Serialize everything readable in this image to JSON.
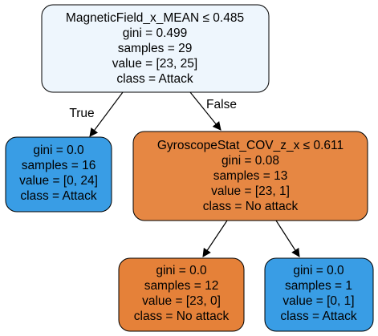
{
  "colors": {
    "attack_light": "#eef6fd",
    "attack": "#399de5",
    "no_attack": "#e58139",
    "no_attack_light": "#e78945",
    "stroke": "#000000"
  },
  "tree": {
    "root": {
      "condition": "MagneticField_x_MEAN ≤ 0.485",
      "gini": "gini = 0.499",
      "samples": "samples = 29",
      "value": "value = [23, 25]",
      "class": "class = Attack"
    },
    "edges": {
      "true_label": "True",
      "false_label": "False"
    },
    "left_leaf": {
      "gini": "gini = 0.0",
      "samples": "samples = 16",
      "value": "value = [0, 24]",
      "class": "class = Attack"
    },
    "right_split": {
      "condition": "GyroscopeStat_COV_z_x ≤ 0.611",
      "gini": "gini = 0.08",
      "samples": "samples = 13",
      "value": "value = [23, 1]",
      "class": "class = No attack"
    },
    "right_left_leaf": {
      "gini": "gini = 0.0",
      "samples": "samples = 12",
      "value": "value = [23, 0]",
      "class": "class = No attack"
    },
    "right_right_leaf": {
      "gini": "gini = 0.0",
      "samples": "samples = 1",
      "value": "value = [0, 1]",
      "class": "class = Attack"
    }
  }
}
